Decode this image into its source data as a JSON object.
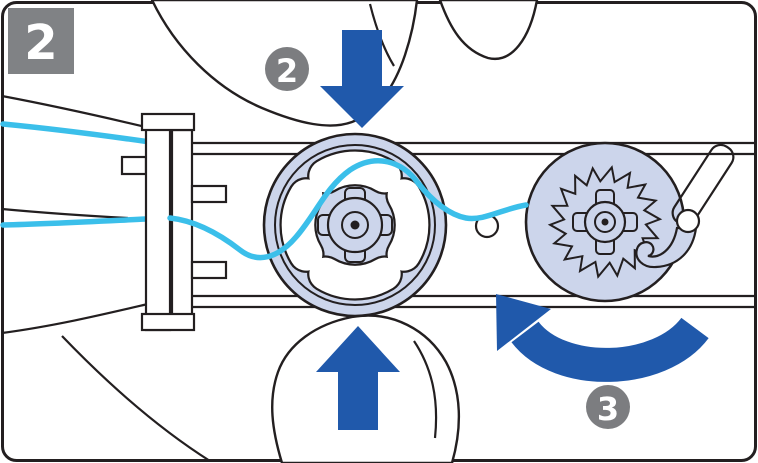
{
  "figure": {
    "panel_badge": "2",
    "step_markers": [
      {
        "label": "2"
      },
      {
        "label": "3"
      }
    ]
  },
  "colors": {
    "outline": "#231f20",
    "arrow_blue": "#2059ab",
    "thread_cyan": "#3bbfea",
    "wheel_fill": "#ccd5eb",
    "marker_gray": "#7c7d80",
    "panel_badge_gray": "#808285",
    "background": "#ffffff"
  }
}
